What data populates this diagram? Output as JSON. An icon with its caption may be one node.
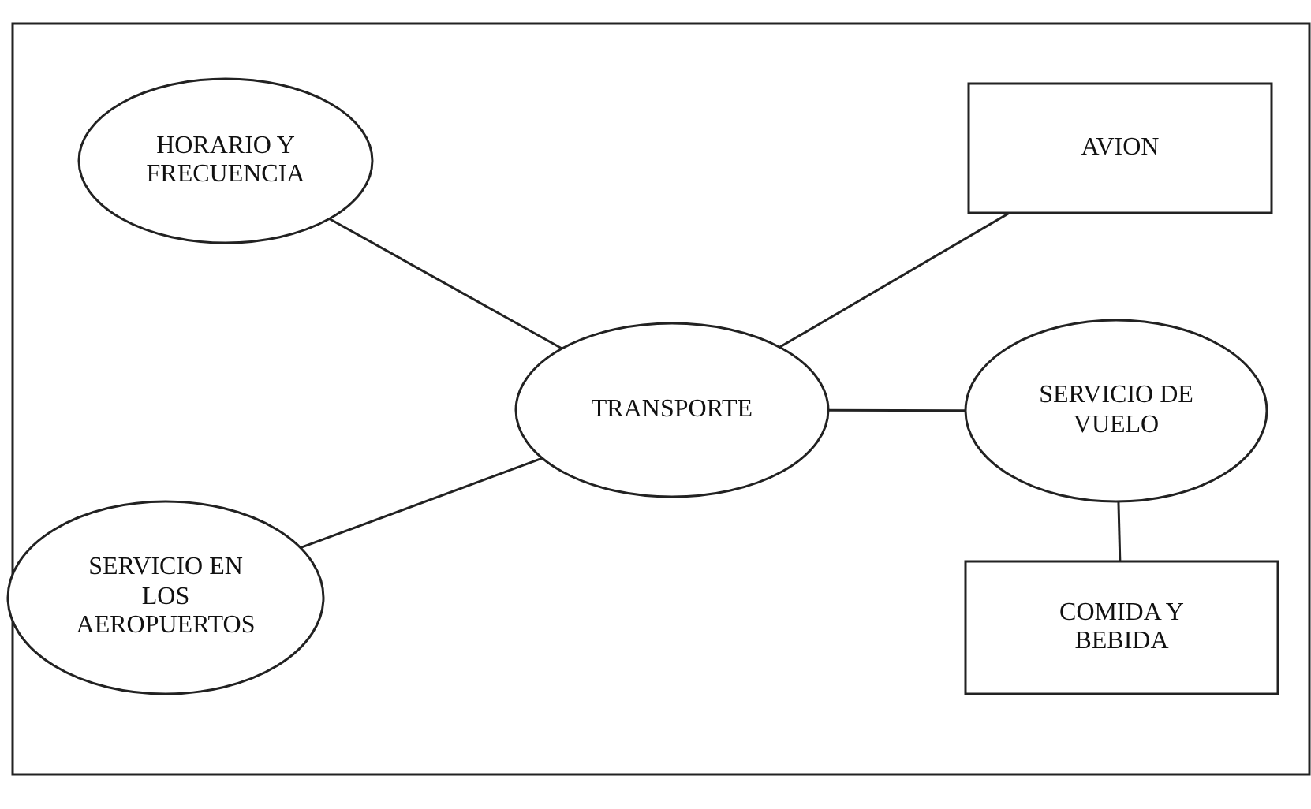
{
  "diagram": {
    "nodes": [
      {
        "text": [
          "HORARIO Y FRECUENCIA"
        ]
      },
      {
        "text": [
          "TRANSPORTE"
        ]
      },
      {
        "text": [
          "SERVICIO EN LOS AEROPUERTOS"
        ]
      },
      {
        "text": [
          "AVION"
        ]
      },
      {
        "text": [
          "SERVICIO DE VUELO"
        ]
      },
      {
        "text": [
          "COMIDA Y BEBIDA"
        ]
      }
    ],
    "edges": [
      {
        "from": 0,
        "to": 1,
        "arrow": "none"
      },
      {
        "from": 2,
        "to": 1,
        "arrow": "none"
      },
      {
        "from": 1,
        "to": 3,
        "arrow": "none"
      },
      {
        "from": 1,
        "to": 4,
        "arrow": "none"
      },
      {
        "from": 4,
        "to": 5,
        "arrow": "none"
      }
    ]
  }
}
